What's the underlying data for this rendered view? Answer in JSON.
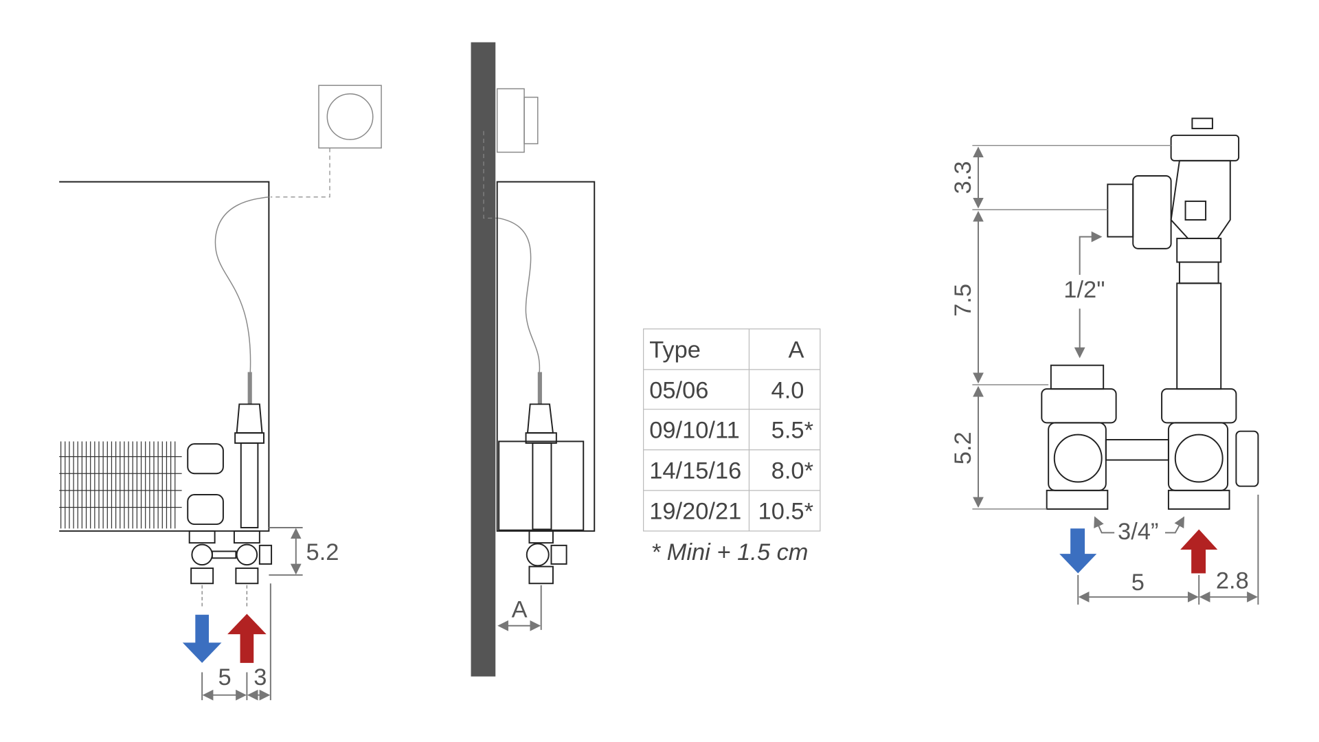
{
  "left_view": {
    "dim_height": "5.2",
    "dim_spacing": "5",
    "dim_offset": "3"
  },
  "middle_view": {
    "dim_a": "A"
  },
  "table": {
    "headers": [
      "Type",
      "A"
    ],
    "rows": [
      [
        "05/06",
        "4.0"
      ],
      [
        "09/10/11",
        "5.5*"
      ],
      [
        "14/15/16",
        "8.0*"
      ],
      [
        "19/20/21",
        "10.5*"
      ]
    ],
    "footnote": "* Mini + 1.5 cm"
  },
  "right_view": {
    "dim_top": "3.3",
    "dim_mid": "7.5",
    "dim_bottom": "5.2",
    "thread_top": "1/2\"",
    "thread_bottom": "3/4”",
    "dim_spacing": "5",
    "dim_offset": "2.8"
  },
  "colors": {
    "return": "#3b6fc0",
    "flow": "#b22222",
    "wall": "#555555"
  }
}
